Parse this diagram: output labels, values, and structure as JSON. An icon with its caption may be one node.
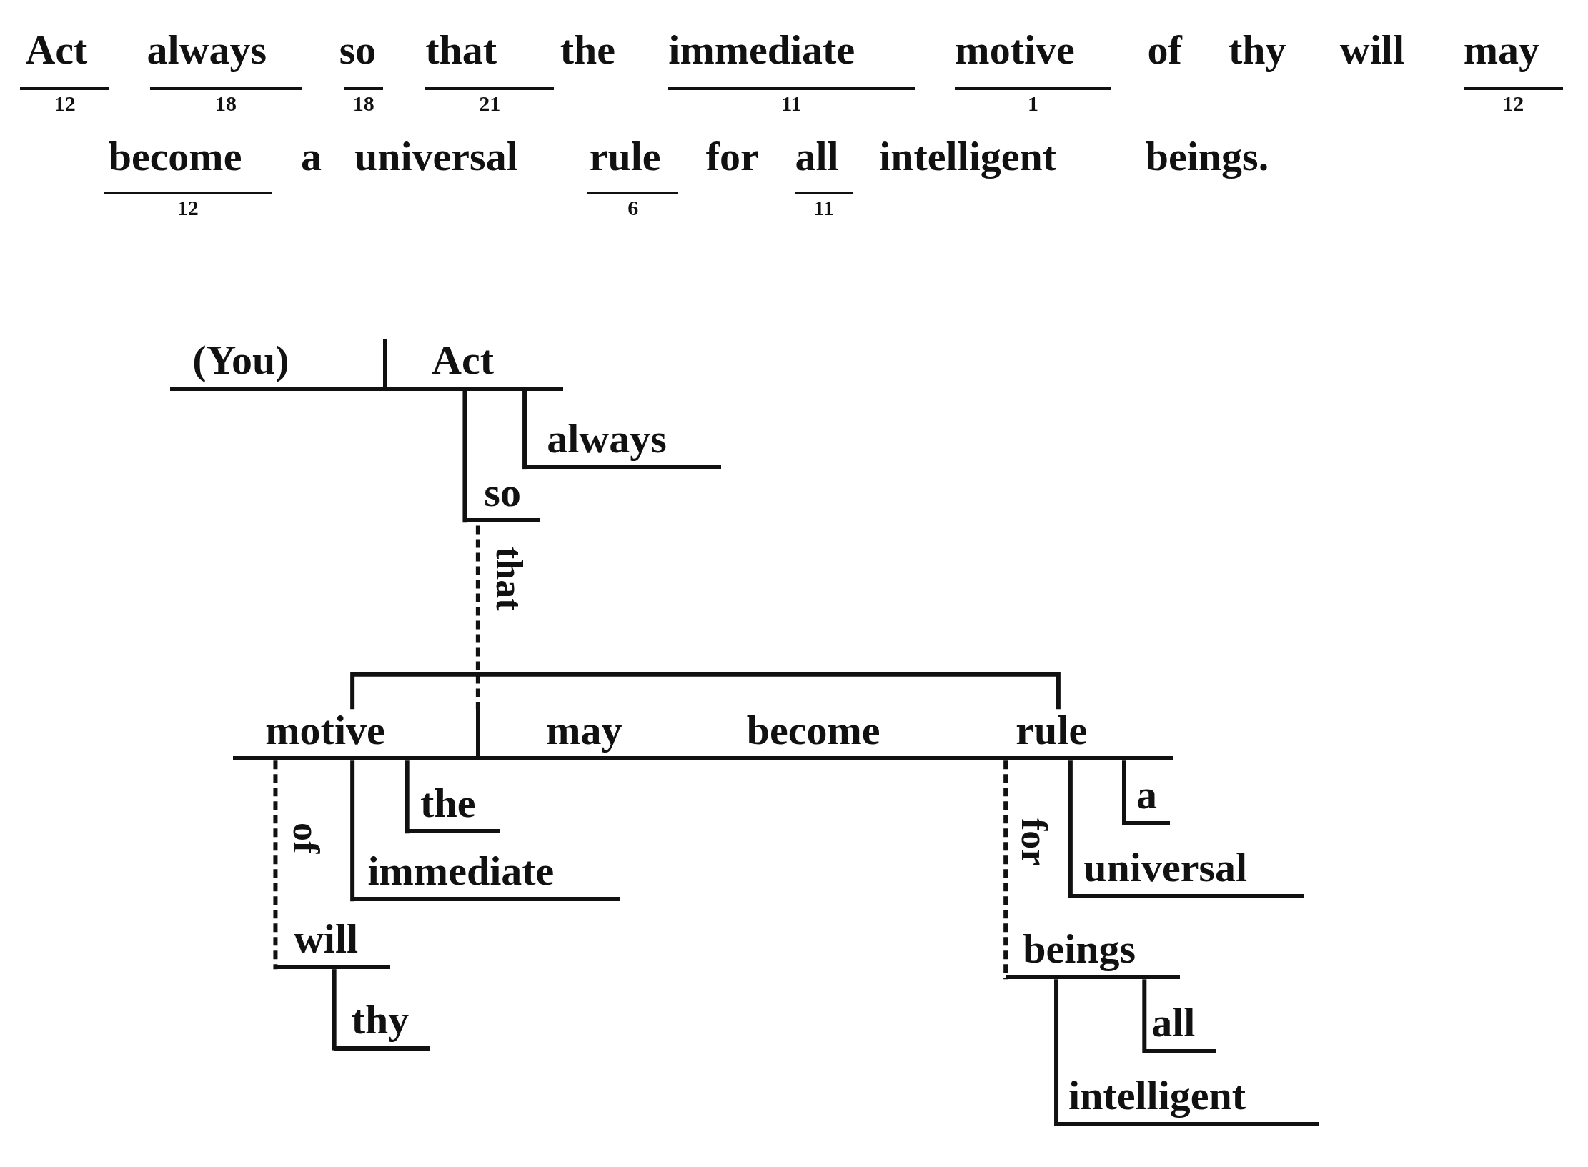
{
  "diagram": {
    "nodes": [
      {
        "text": [
          "(You)"
        ]
      },
      {
        "text": [
          "Act"
        ]
      },
      {
        "text": [
          "always"
        ]
      },
      {
        "text": [
          "so"
        ]
      },
      {
        "text": [
          "motive"
        ]
      },
      {
        "text": [
          "may",
          "become"
        ]
      },
      {
        "text": [
          "rule"
        ]
      },
      {
        "text": [
          "the"
        ]
      },
      {
        "text": [
          "immediate"
        ]
      },
      {
        "text": [
          "will"
        ]
      },
      {
        "text": [
          "thy"
        ]
      },
      {
        "text": [
          "a"
        ]
      },
      {
        "text": [
          "universal"
        ]
      },
      {
        "text": [
          "beings"
        ]
      },
      {
        "text": [
          "all"
        ]
      },
      {
        "text": [
          "intelligent"
        ]
      }
    ],
    "edges": [
      {
        "from": 1,
        "to": 2,
        "arrow": "none"
      },
      {
        "from": 1,
        "to": 3,
        "arrow": "none"
      },
      {
        "from": 3,
        "to": 5,
        "arrow": "none",
        "style": "dashed",
        "label": "that"
      },
      {
        "from": 4,
        "to": 6,
        "arrow": "none"
      },
      {
        "from": 4,
        "to": 7,
        "arrow": "none"
      },
      {
        "from": 4,
        "to": 8,
        "arrow": "none"
      },
      {
        "from": 4,
        "to": 9,
        "arrow": "none",
        "style": "dashed",
        "label": "of"
      },
      {
        "from": 9,
        "to": 10,
        "arrow": "none"
      },
      {
        "from": 6,
        "to": 11,
        "arrow": "none"
      },
      {
        "from": 6,
        "to": 12,
        "arrow": "none"
      },
      {
        "from": 6,
        "to": 13,
        "arrow": "none",
        "style": "dashed",
        "label": "for"
      },
      {
        "from": 13,
        "to": 14,
        "arrow": "none"
      },
      {
        "from": 13,
        "to": 15,
        "arrow": "none"
      }
    ],
    "labels": [
      "Act",
      "always",
      "so",
      "that",
      "the",
      "immediate",
      "motive",
      "of",
      "thy",
      "will",
      "may",
      "12",
      "18",
      "18",
      "21",
      "11",
      "1",
      "12",
      "become",
      "a",
      "universal",
      "rule",
      "for",
      "all",
      "intelligent",
      "beings.",
      "12",
      "6",
      "11"
    ]
  }
}
